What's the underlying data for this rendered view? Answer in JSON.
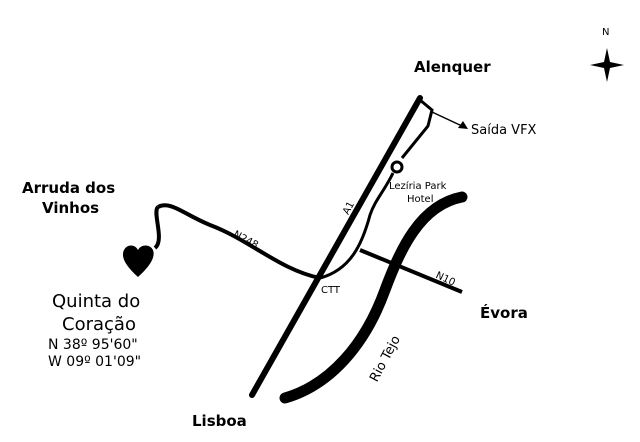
{
  "compass": {
    "north_label": "N"
  },
  "places": {
    "alenquer": "Alenquer",
    "saida": "Saída VFX",
    "arruda_line1": "Arruda dos",
    "arruda_line2": "Vinhos",
    "leziria_line1": "Lezíria Park",
    "leziria_line2": "Hotel",
    "evora": "Évora",
    "lisboa": "Lisboa",
    "ctt": "CTT"
  },
  "roads": {
    "a1": "A1",
    "n248": "N248",
    "n10": "N10",
    "river": "Rio Tejo"
  },
  "destination": {
    "name_line1": "Quinta do",
    "name_line2": "Coração",
    "lat": "N 38º 95'60\"",
    "lon": "W 09º 01'09\""
  },
  "colors": {
    "ink": "#000000",
    "background": "#ffffff"
  }
}
